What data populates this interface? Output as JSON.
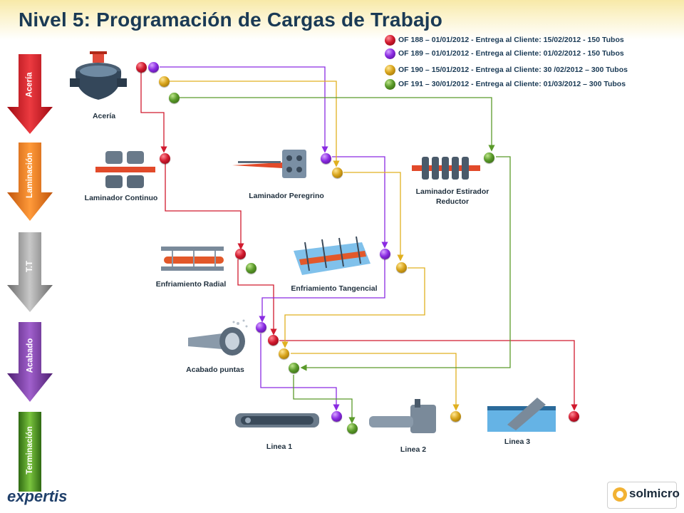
{
  "title": "Nivel 5: Programación de Cargas de Trabajo",
  "legend": [
    {
      "color": "red",
      "text": "OF 188 – 01/01/2012 - Entrega al Cliente: 15/02/2012 - 150  Tubos"
    },
    {
      "color": "purple",
      "text": "OF 189 – 01/01/2012 - Entrega al Cliente: 01/02/2012  - 150 Tubos"
    },
    {
      "color": "yellow",
      "text": "OF 190 – 15/01/2012 - Entrega al Cliente: 30 /02/2012 – 300 Tubos"
    },
    {
      "color": "green",
      "text": "OF 191 – 30/01/2012 - Entrega al Cliente: 01/03/2012 – 300 Tubos"
    }
  ],
  "stages": [
    "Acería",
    "Laminación",
    "T.T",
    "Acabado",
    "Terminación"
  ],
  "stage_colors": [
    "#d8232a",
    "#f07a1a",
    "#9a9a9a",
    "#7b3fa0",
    "#5aa02a"
  ],
  "machines": {
    "aceria": "Acería",
    "laminador_continuo": "Laminador Continuo",
    "laminador_peregrino": "Laminador Peregrino",
    "laminador_estirador": "Laminador Estirador Reductor",
    "enfriamiento_radial": "Enfriamiento Radial",
    "enfriamiento_tangencial": "Enfriamiento Tangencial",
    "acabado_puntas": "Acabado puntas",
    "linea1": "Linea 1",
    "linea2": "Linea 2",
    "linea3": "Linea 3"
  },
  "colors": {
    "red": "#d11a2e",
    "purple": "#8a2be2",
    "yellow": "#e0b020",
    "green": "#5a9a2a",
    "title": "#1a3a55"
  },
  "logos": {
    "left": "expertis",
    "right": "solmicro"
  }
}
